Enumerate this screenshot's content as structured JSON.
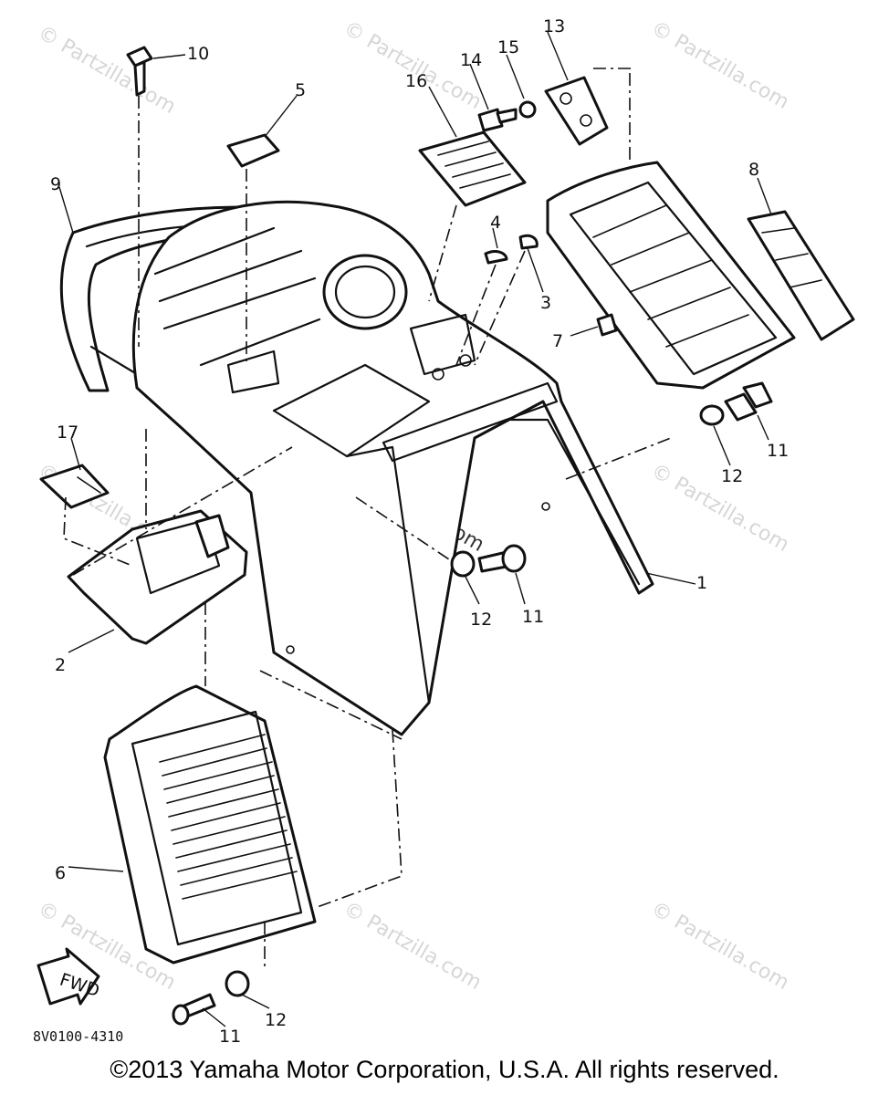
{
  "diagram": {
    "code": "8V0100-4310",
    "copyright": "©2013 Yamaha Motor Corporation, U.S.A. All rights reserved.",
    "watermark": "© Partzilla.com",
    "fwd_label": "FWD",
    "callouts": [
      {
        "id": "1",
        "label": "1"
      },
      {
        "id": "2",
        "label": "2"
      },
      {
        "id": "3",
        "label": "3"
      },
      {
        "id": "4",
        "label": "4"
      },
      {
        "id": "5",
        "label": "5"
      },
      {
        "id": "6",
        "label": "6"
      },
      {
        "id": "7",
        "label": "7"
      },
      {
        "id": "8",
        "label": "8"
      },
      {
        "id": "9",
        "label": "9"
      },
      {
        "id": "10",
        "label": "10"
      },
      {
        "id": "11a",
        "label": "11"
      },
      {
        "id": "11b",
        "label": "11"
      },
      {
        "id": "11c",
        "label": "11"
      },
      {
        "id": "12a",
        "label": "12"
      },
      {
        "id": "12b",
        "label": "12"
      },
      {
        "id": "12c",
        "label": "12"
      },
      {
        "id": "13",
        "label": "13"
      },
      {
        "id": "14",
        "label": "14"
      },
      {
        "id": "15",
        "label": "15"
      },
      {
        "id": "16",
        "label": "16"
      },
      {
        "id": "17",
        "label": "17"
      }
    ]
  }
}
